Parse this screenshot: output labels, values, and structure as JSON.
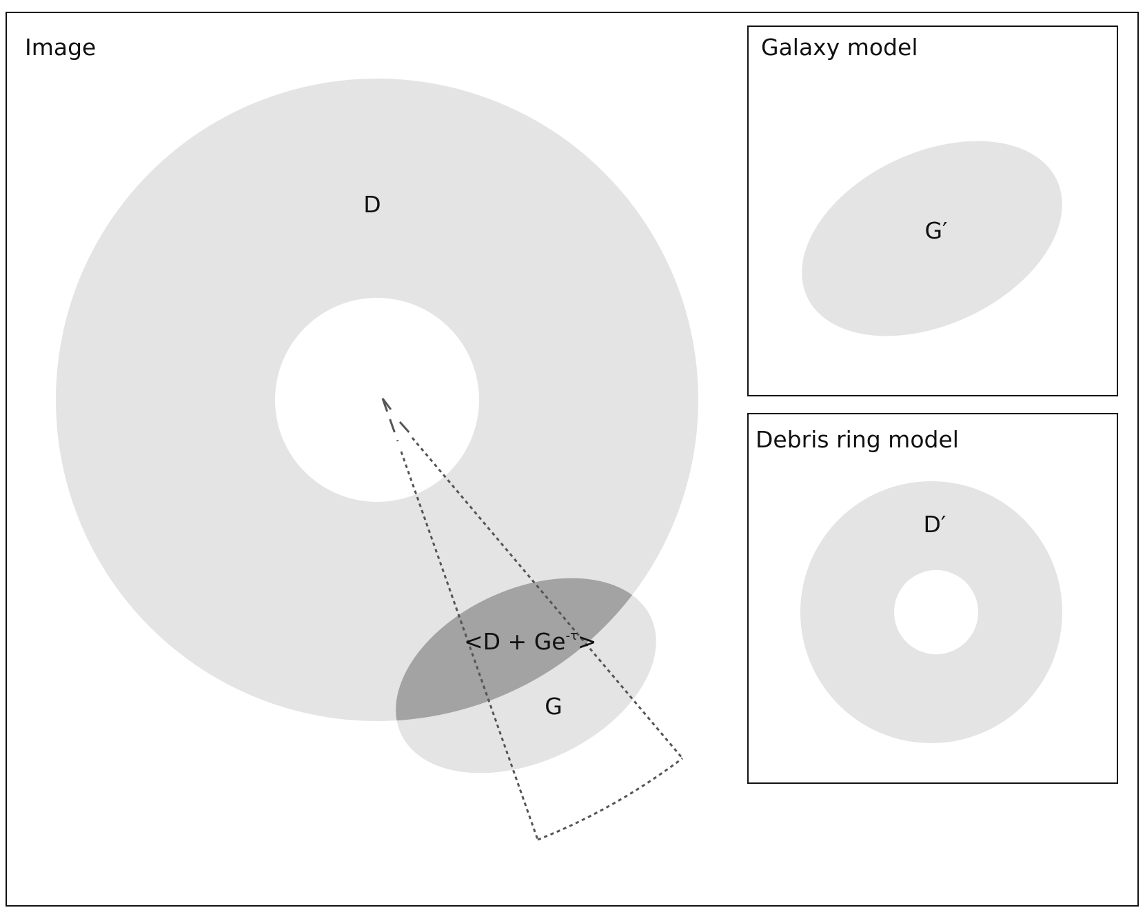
{
  "panels": {
    "image": {
      "title": "Image",
      "labels": {
        "disk": "D",
        "galaxy": "G",
        "overlap_prefix": "<D + Ge",
        "overlap_superscript": "-τ",
        "overlap_suffix": ">"
      }
    },
    "galaxy_model": {
      "title": "Galaxy model",
      "label": "G′"
    },
    "debris_ring_model": {
      "title": "Debris ring model",
      "label": "D′"
    }
  },
  "colors": {
    "region_fill": "#e4e4e4",
    "overlap_fill": "#a3a3a3",
    "frame_stroke": "#111111",
    "wedge_stroke": "#555555"
  }
}
